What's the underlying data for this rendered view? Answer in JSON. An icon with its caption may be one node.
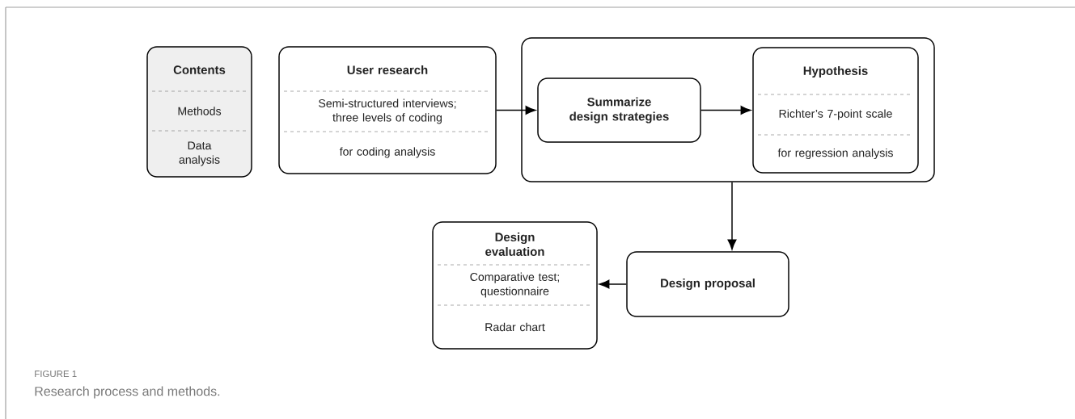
{
  "diagram": {
    "caption": "Research process and methods.",
    "nodes": [
      {
        "text": [
          "Contents",
          "Methods",
          "Data analysis"
        ]
      },
      {
        "text": [
          "User research",
          "Semi-structured interviews; three levels of coding",
          "for coding analysis"
        ]
      },
      {
        "text": [],
        "shape": "box"
      },
      {
        "text": [
          "Summarize design strategies"
        ],
        "in": 2
      },
      {
        "text": [
          "Hypothesis",
          "Richter’s 7-point scale",
          "for regression analysis"
        ],
        "in": 2
      },
      {
        "text": [
          "Design proposal"
        ]
      },
      {
        "text": [
          "Design evaluation",
          "Comparative test; questionnaire",
          "Radar chart"
        ]
      }
    ],
    "edges": [
      {
        "from": 1,
        "to": 3,
        "arrow": "to"
      },
      {
        "from": 3,
        "to": 4,
        "arrow": "to"
      },
      {
        "from": 2,
        "to": 5,
        "arrow": "to"
      },
      {
        "from": 5,
        "to": 6,
        "arrow": "to"
      }
    ],
    "labels": [
      "FIGURE 1"
    ]
  }
}
